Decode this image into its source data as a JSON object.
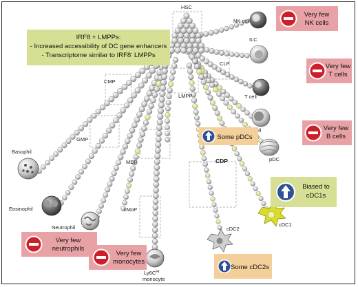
{
  "labels": {
    "hsc": "HSC",
    "clp": "CLP",
    "lmpp": "LMPP",
    "cmp": "CMP",
    "gmp": "GMP",
    "mdp": "MDP",
    "cmop": "cMoP",
    "cdp": "CDP",
    "nk_cell": "NK cell",
    "ilc": "ILC",
    "t_cell": "T cell",
    "b_cell": "B cell",
    "pdc": "pDC",
    "cdc1": "cDC1",
    "cdc2": "cDC2",
    "basophil": "Basophil",
    "eosinophil": "Eosinophil",
    "neutrophil": "Neutrophil",
    "monocyte_prefix": "Ly6C",
    "monocyte_sup": "Hi",
    "monocyte_suffix": "monocyte"
  },
  "irf8_box": {
    "title": "IRF8 + LMPPs:",
    "line1": "- Increased accessibility of DC gene enhancers",
    "line2_prefix": "- Transcriptome similar to IRF8",
    "line2_sup": "-",
    "line2_suffix": " LMPPs"
  },
  "callouts": {
    "nk": {
      "line1": "Very few",
      "line2": "NK cells",
      "icon": "no-entry"
    },
    "t": {
      "line1": "Very few",
      "line2": "T cells",
      "icon": "no-entry"
    },
    "b": {
      "line1": "Very few",
      "line2": "B cells",
      "icon": "no-entry"
    },
    "pdcs": {
      "line1": "Some pDCs",
      "icon": "up-arrow"
    },
    "cdc1": {
      "line1": "Biased to",
      "line2": "cDC1s",
      "icon": "up-arrow"
    },
    "cdc2": {
      "line1": "Some cDC2s",
      "icon": "up-arrow"
    },
    "neutrophils": {
      "line1": "Very few",
      "line2": "neutrophils",
      "icon": "no-entry"
    },
    "monocytes": {
      "line1": "Very few",
      "line2": "monocytes",
      "icon": "no-entry"
    }
  },
  "colors": {
    "negative_box": "#e8a2a6",
    "positive_box": "#f3cf9a",
    "green_box": "#d6df93",
    "no_entry": "#cc1f2b",
    "arrow_disc": "#2f4f96",
    "cdc1_cell": "#d8dc2b",
    "yellow_dot": "#e6e69a"
  }
}
